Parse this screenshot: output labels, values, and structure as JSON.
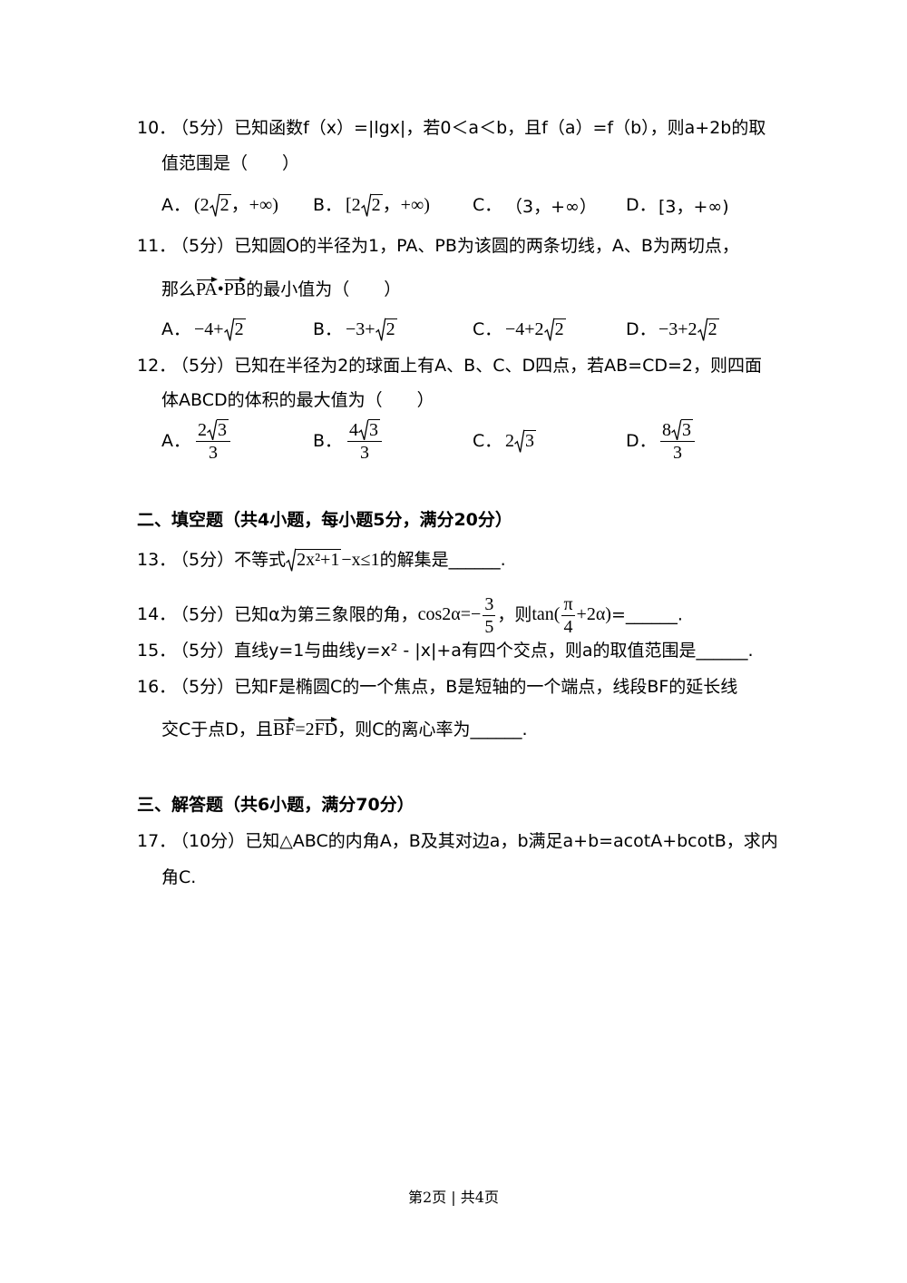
{
  "choice": {
    "q10": {
      "number": "10．",
      "score": "（5分）",
      "line1": "已知函数f（x）=|lgx|，若0＜a＜b，且f（a）=f（b），则a+2b的取",
      "line2": "值范围是（　　）",
      "opt_a": {
        "label": "A．",
        "pre": "(2",
        "radicand": "2",
        "post": "，+∞)"
      },
      "opt_b": {
        "label": "B．",
        "pre": "[2",
        "radicand": "2",
        "post": "，+∞)"
      },
      "opt_c": {
        "label": "C．",
        "text": "（3，+∞）"
      },
      "opt_d": {
        "label": "D．",
        "text": "[3，+∞)"
      }
    },
    "q11": {
      "number": "11．",
      "score": "（5分）",
      "line1": "已知圆O的半径为1，PA、PB为该圆的两条切线，A、B为两切点，",
      "line2_pre": "那么",
      "vec1": "PA",
      "dot": "•",
      "vec2": "PB",
      "line2_post": "的最小值为（　　）",
      "opt_a": {
        "label": "A．",
        "pre": "−4+",
        "radicand": "2"
      },
      "opt_b": {
        "label": "B．",
        "pre": "−3+",
        "radicand": "2"
      },
      "opt_c": {
        "label": "C．",
        "pre": "−4+2",
        "radicand": "2"
      },
      "opt_d": {
        "label": "D．",
        "pre": "−3+2",
        "radicand": "2"
      }
    },
    "q12": {
      "number": "12．",
      "score": "（5分）",
      "line1": "已知在半径为2的球面上有A、B、C、D四点，若AB=CD=2，则四面",
      "line2": "体ABCD的体积的最大值为（　　）",
      "opt_a": {
        "label": "A．",
        "coef": "2",
        "radicand": "3",
        "den": "3"
      },
      "opt_b": {
        "label": "B．",
        "coef": "4",
        "radicand": "3",
        "den": "3"
      },
      "opt_c": {
        "label": "C．",
        "coef": "2",
        "radicand": "3"
      },
      "opt_d": {
        "label": "D．",
        "coef": "8",
        "radicand": "3",
        "den": "3"
      }
    }
  },
  "section2": {
    "title": "二、填空题（共4小题，每小题5分，满分20分）"
  },
  "fill": {
    "q13": {
      "number": "13．",
      "score": "（5分）",
      "pre": "不等式",
      "radicand": "2x²+1",
      "math_post": "−x≤1",
      "post": "的解集是______."
    },
    "q14": {
      "number": "14．",
      "score": "（5分）",
      "pre": "已知α为第三象限的角，",
      "math1": "cos2α=−",
      "frac1_num": "3",
      "frac1_den": "5",
      "mid": "，则",
      "math2": "tan(",
      "frac2_num": "π",
      "frac2_den": "4",
      "math3": "+2α)",
      "post": "=______."
    },
    "q15": {
      "number": "15．",
      "score": "（5分）",
      "text": "直线y=1与曲线y=x² - |x|+a有四个交点，则a的取值范围是______."
    },
    "q16": {
      "number": "16．",
      "score": "（5分）",
      "line1": "已知F是椭圆C的一个焦点，B是短轴的一个端点，线段BF的延长线",
      "line2_pre": "交C于点D，且",
      "vec1": "BF",
      "eq": "=2",
      "vec2": "FD",
      "line2_post": "，则C的离心率为______."
    }
  },
  "section3": {
    "title": "三、解答题（共6小题，满分70分）"
  },
  "solve": {
    "q17": {
      "number": "17．",
      "score": "（10分）",
      "line1": "已知△ABC的内角A，B及其对边a，b满足a+b=acotA+bcotB，求内",
      "line2": "角C."
    }
  },
  "footer": {
    "page": "第2页 | 共4页"
  }
}
